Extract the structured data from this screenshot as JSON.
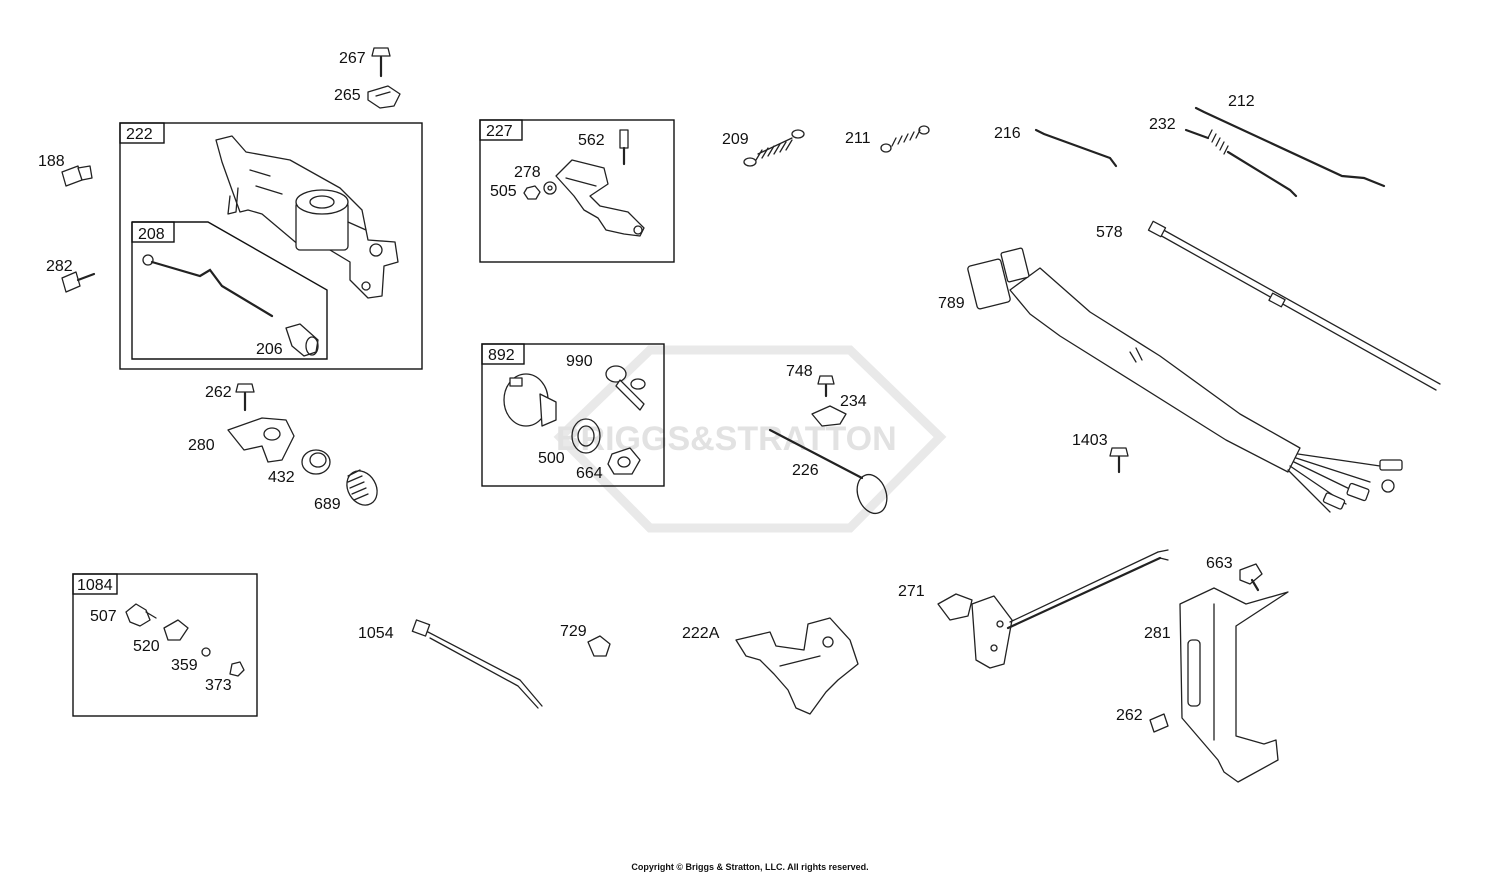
{
  "watermark": {
    "text": "BRIGGS&STRATTON"
  },
  "copyright": "Copyright © Briggs & Stratton, LLC. All rights reserved.",
  "callouts": {
    "c267": "267",
    "c265": "265",
    "c188": "188",
    "c282": "282",
    "c222": "222",
    "c208": "208",
    "c206": "206",
    "c262a": "262",
    "c280": "280",
    "c432": "432",
    "c689": "689",
    "c227": "227",
    "c562": "562",
    "c278": "278",
    "c505": "505",
    "c892": "892",
    "c990": "990",
    "c500": "500",
    "c664": "664",
    "c209": "209",
    "c211": "211",
    "c216": "216",
    "c232": "232",
    "c212": "212",
    "c578": "578",
    "c789": "789",
    "c748": "748",
    "c234": "234",
    "c226": "226",
    "c1403": "1403",
    "c1084": "1084",
    "c507": "507",
    "c520": "520",
    "c359": "359",
    "c373": "373",
    "c1054": "1054",
    "c729": "729",
    "c222A": "222A",
    "c271": "271",
    "c663": "663",
    "c281": "281",
    "c262b": "262"
  }
}
